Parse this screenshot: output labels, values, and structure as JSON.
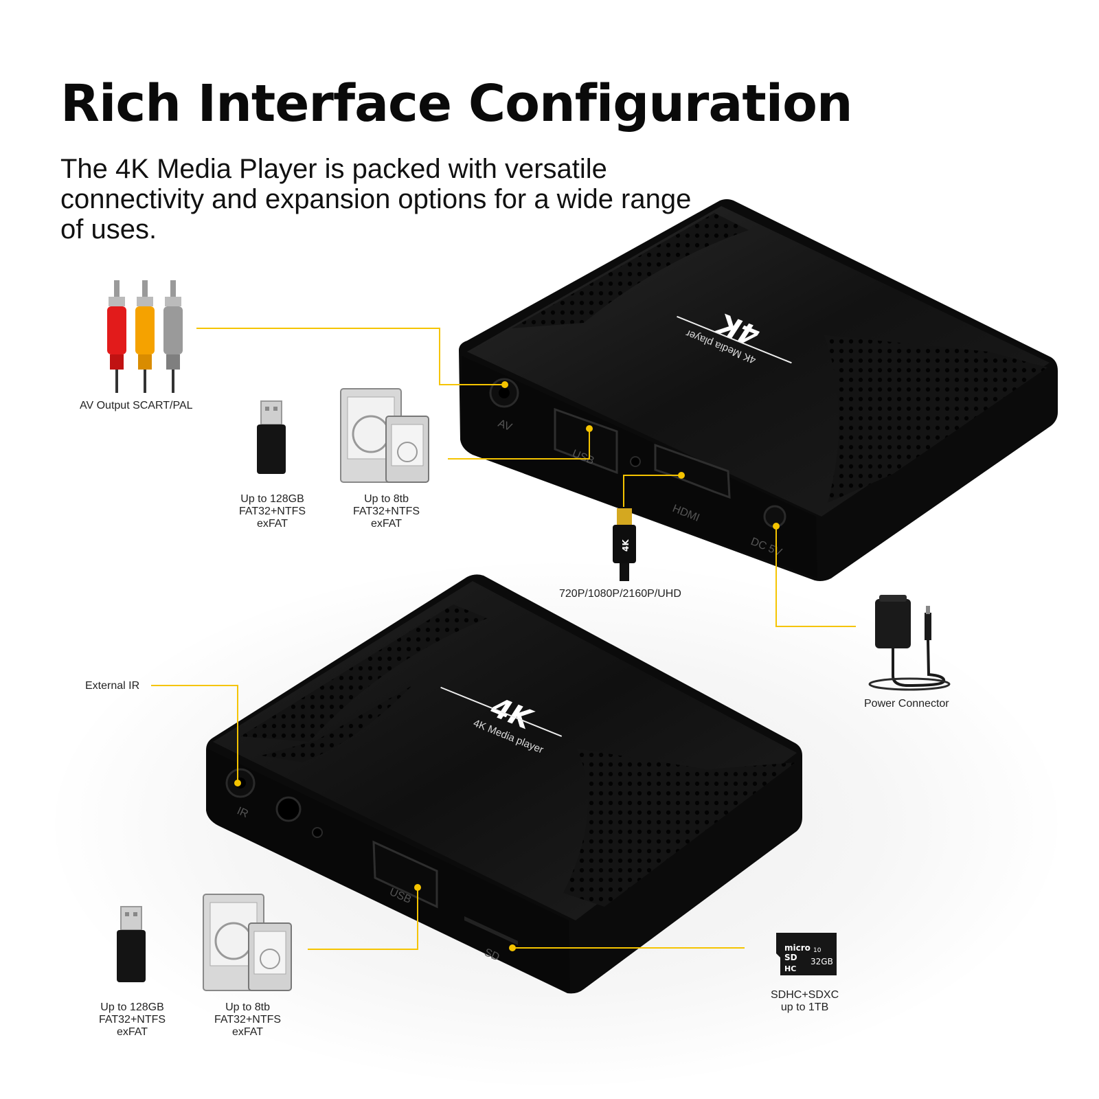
{
  "heading": {
    "title": "Rich Interface Configuration",
    "subtitle": "The 4K Media Player is packed with versatile connectivity and expansion options for a wide range of uses."
  },
  "device_top": {
    "logo": "4K",
    "logo_sub": "4K Media player",
    "port_labels": {
      "av": "AV",
      "usb": "USB",
      "hdmi": "HDMI",
      "dc": "DC 5V"
    }
  },
  "device_bottom": {
    "logo": "4K",
    "logo_sub": "4K Media player",
    "port_labels": {
      "ir": "IR",
      "usb": "USB",
      "sd": "SD"
    }
  },
  "callouts": {
    "av_output": "AV Output SCART/PAL",
    "usb_flash_top": [
      "Up to 128GB",
      "FAT32+NTFS",
      "exFAT"
    ],
    "hdd_top": [
      "Up to 8tb",
      "FAT32+NTFS",
      "exFAT"
    ],
    "hdmi": "720P/1080P/2160P/UHD",
    "power": "Power Connector",
    "external_ir": "External IR",
    "usb_flash_bottom": [
      "Up to 128GB",
      "FAT32+NTFS",
      "exFAT"
    ],
    "hdd_bottom": [
      "Up to 8tb",
      "FAT32+NTFS",
      "exFAT"
    ],
    "sd_card": [
      "SDHC+SDXC",
      "up to 1TB"
    ]
  },
  "sd_card_face": {
    "brand_line1": "micro",
    "brand_line2": "SD",
    "class": "10",
    "capacity": "32GB",
    "hc": "HC"
  },
  "hdmi_cable_mark": "4K",
  "colors": {
    "accent": "#f5c400",
    "device": "#121212",
    "text": "#111111",
    "background": "#ffffff"
  },
  "icons": [
    "rca-cable-icon",
    "usb-flash-drive-icon",
    "hard-drive-icon",
    "hdmi-cable-icon",
    "power-adapter-icon",
    "micro-sd-card-icon"
  ]
}
